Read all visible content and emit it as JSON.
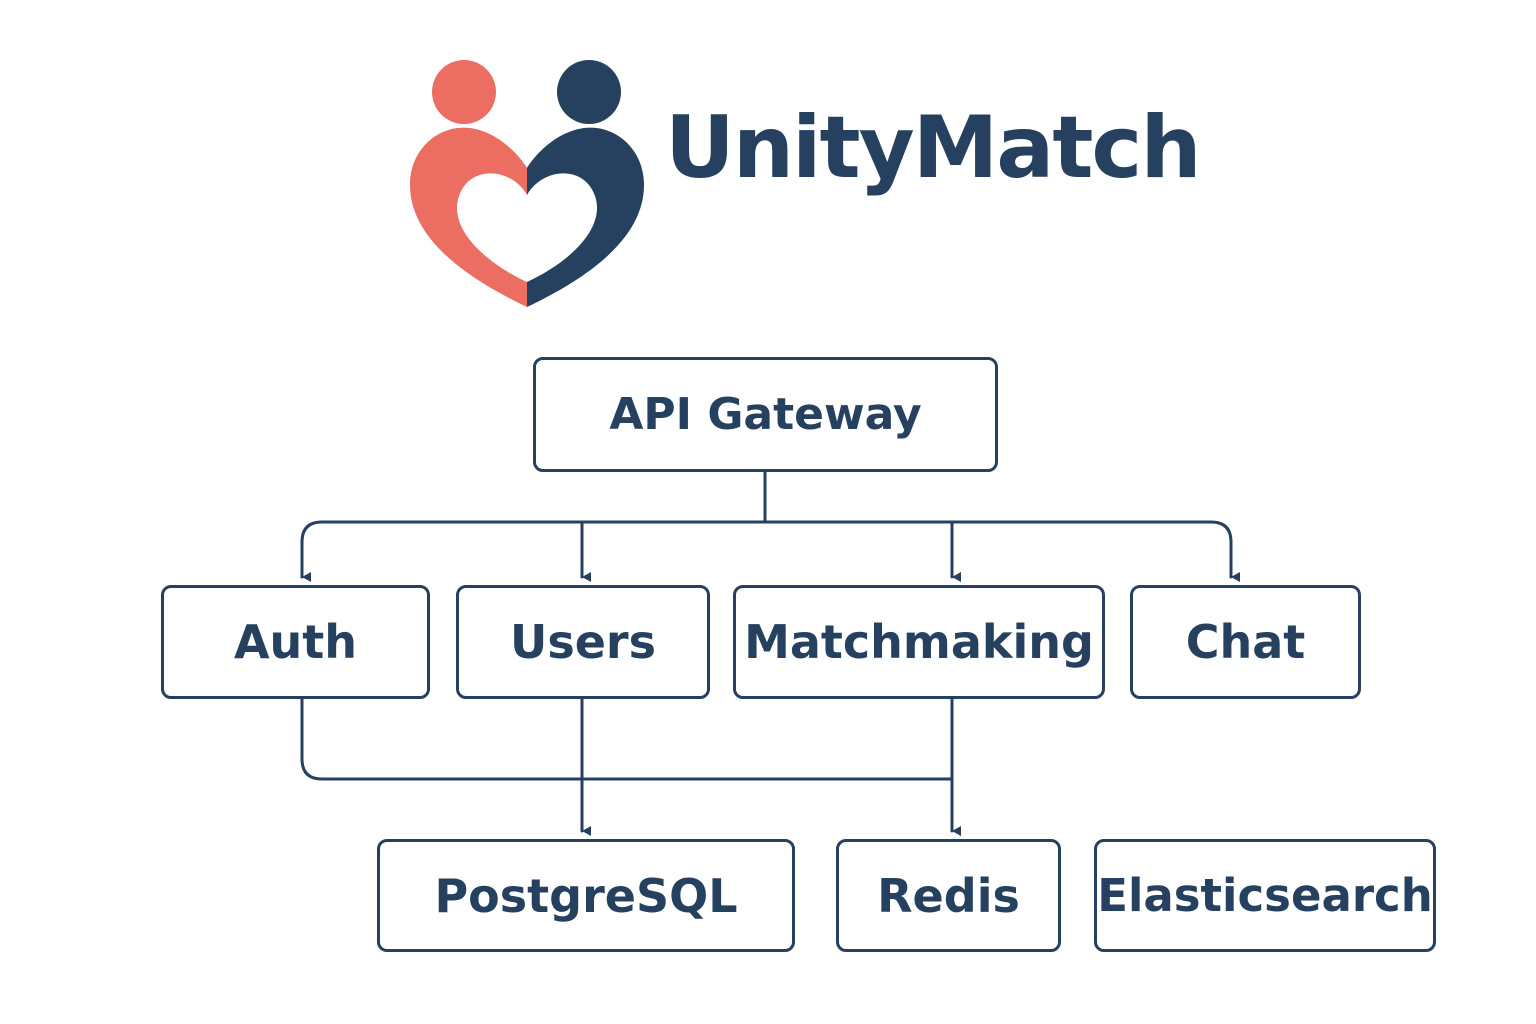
{
  "brand": {
    "name": "UnityMatch",
    "colors": {
      "coral": "#ec6e62",
      "navy": "#26405f"
    }
  },
  "diagram": {
    "nodes": {
      "gateway": "API Gateway",
      "auth": "Auth",
      "users": "Users",
      "matchmaking": "Matchmaking",
      "chat": "Chat",
      "postgresql": "PostgreSQL",
      "redis": "Redis",
      "elasticsearch": "Elasticsearch"
    },
    "edges": [
      {
        "from": "API Gateway",
        "to": "Auth"
      },
      {
        "from": "API Gateway",
        "to": "Users"
      },
      {
        "from": "API Gateway",
        "to": "Matchmaking"
      },
      {
        "from": "API Gateway",
        "to": "Chat"
      },
      {
        "from": "Auth",
        "to": "PostgreSQL"
      },
      {
        "from": "Auth",
        "to": "Redis"
      },
      {
        "from": "Users",
        "to": "PostgreSQL"
      },
      {
        "from": "Matchmaking",
        "to": "Redis"
      }
    ],
    "line_color": "#26405f"
  }
}
